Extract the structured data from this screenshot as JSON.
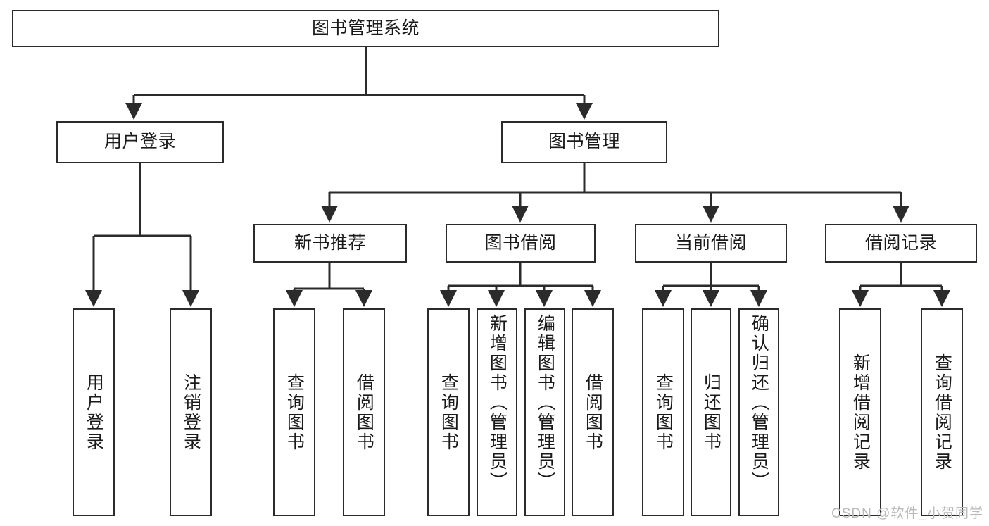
{
  "diagram": {
    "title": "图书管理系统",
    "type": "hierarchy-tree",
    "watermark": "CSDN @软件_小贺同学",
    "colors": {
      "box_border": "#2b2b2b",
      "box_fill": "#ffffff",
      "text": "#1a1a1a",
      "edge": "#2b2b2b",
      "watermark": "#b9b9b9"
    },
    "levels": {
      "root": {
        "label": "图书管理系统"
      },
      "level2": [
        {
          "label": "用户登录"
        },
        {
          "label": "图书管理"
        }
      ],
      "level3": [
        {
          "label": "新书推荐"
        },
        {
          "label": "图书借阅"
        },
        {
          "label": "当前借阅"
        },
        {
          "label": "借阅记录"
        }
      ],
      "leaves": {
        "user_login": [
          {
            "label": "用户登录"
          },
          {
            "label": "注销登录"
          }
        ],
        "new_book_recommend": [
          {
            "label": "查询图书"
          },
          {
            "label": "借阅图书"
          }
        ],
        "book_borrow": [
          {
            "label": "查询图书"
          },
          {
            "label": "新增图书（管理员）"
          },
          {
            "label": "编辑图书（管理员）"
          },
          {
            "label": "借阅图书"
          }
        ],
        "current_borrow": [
          {
            "label": "查询图书"
          },
          {
            "label": "归还图书"
          },
          {
            "label": "确认归还（管理员）"
          }
        ],
        "borrow_record": [
          {
            "label": "新增借阅记录"
          },
          {
            "label": "查询借阅记录"
          }
        ]
      }
    }
  }
}
